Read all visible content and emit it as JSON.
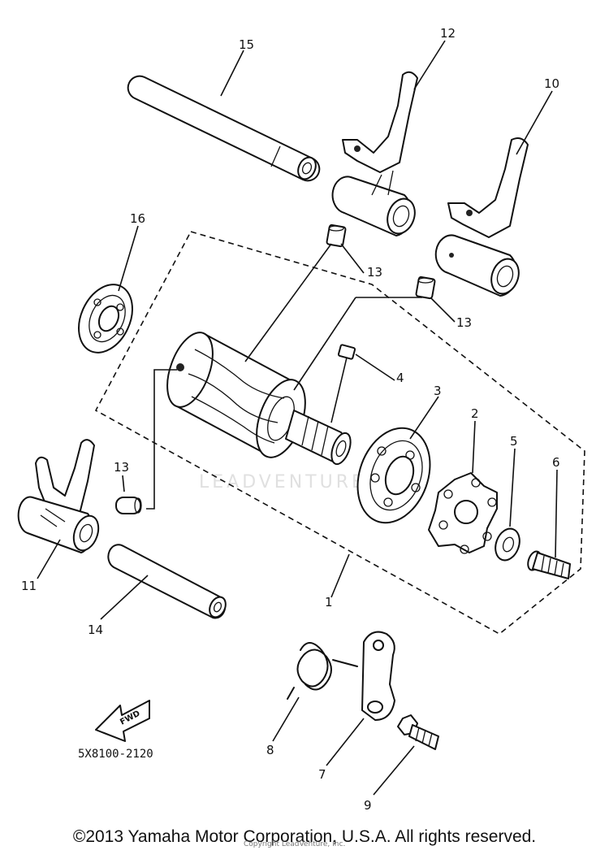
{
  "diagram": {
    "part_code": "5X8100-2120",
    "watermark": "LEADVENTURE",
    "fwd_label": "FWD",
    "callouts": {
      "c1": "1",
      "c2": "2",
      "c3": "3",
      "c4": "4",
      "c5": "5",
      "c6": "6",
      "c7": "7",
      "c8": "8",
      "c9": "9",
      "c10": "10",
      "c11": "11",
      "c12": "12",
      "c13a": "13",
      "c13b": "13",
      "c13c": "13",
      "c14": "14",
      "c15": "15",
      "c16": "16"
    }
  },
  "footer": {
    "copyright": "©2013 Yamaha Motor Corporation, U.S.A. All rights reserved.",
    "sub_credit": "Copyright LeadVenture, Inc."
  }
}
